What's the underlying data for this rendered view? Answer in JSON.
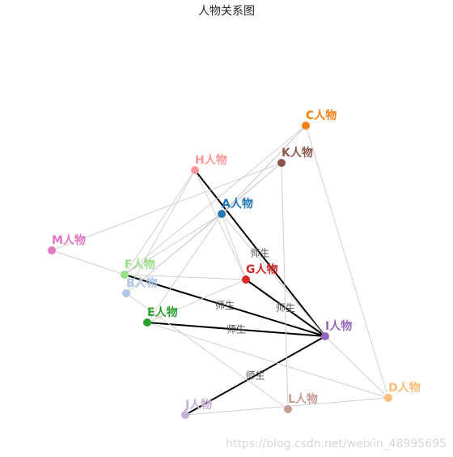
{
  "title": "人物关系图",
  "watermark": "https://blog.csdn.net/weixin_48995695",
  "colors": {
    "edge_default": "#cfcfcf",
    "edge_highlight": "#000000",
    "edge_label": "#555555"
  },
  "nodes": [
    {
      "id": "A",
      "label": "A人物",
      "color": "#1f77b4"
    },
    {
      "id": "B",
      "label": "B人物",
      "color": "#aec7e8"
    },
    {
      "id": "C",
      "label": "C人物",
      "color": "#ff7f0e"
    },
    {
      "id": "D",
      "label": "D人物",
      "color": "#ffbb78"
    },
    {
      "id": "E",
      "label": "E人物",
      "color": "#2ca02c"
    },
    {
      "id": "F",
      "label": "F人物",
      "color": "#98df8a"
    },
    {
      "id": "G",
      "label": "G人物",
      "color": "#d62728"
    },
    {
      "id": "H",
      "label": "H人物",
      "color": "#ff9896"
    },
    {
      "id": "I",
      "label": "I人物",
      "color": "#9467bd"
    },
    {
      "id": "J",
      "label": "J人物",
      "color": "#c5b0d5"
    },
    {
      "id": "K",
      "label": "K人物",
      "color": "#8c564b"
    },
    {
      "id": "L",
      "label": "L人物",
      "color": "#c49c94"
    },
    {
      "id": "M",
      "label": "M人物",
      "color": "#e377c2"
    }
  ],
  "edges": [
    {
      "source": "H",
      "target": "I",
      "label": "师生",
      "highlight": true
    },
    {
      "source": "G",
      "target": "I",
      "label": "师生",
      "highlight": true
    },
    {
      "source": "F",
      "target": "I",
      "label": "师生",
      "highlight": true
    },
    {
      "source": "E",
      "target": "I",
      "label": "师生",
      "highlight": true
    },
    {
      "source": "J",
      "target": "I",
      "label": "师生",
      "highlight": true
    },
    {
      "source": "A",
      "target": "F",
      "label": "",
      "highlight": false
    },
    {
      "source": "A",
      "target": "B",
      "label": "",
      "highlight": false
    },
    {
      "source": "A",
      "target": "E",
      "label": "",
      "highlight": false
    },
    {
      "source": "A",
      "target": "G",
      "label": "",
      "highlight": false
    },
    {
      "source": "A",
      "target": "I",
      "label": "",
      "highlight": false
    },
    {
      "source": "A",
      "target": "K",
      "label": "",
      "highlight": false
    },
    {
      "source": "A",
      "target": "C",
      "label": "",
      "highlight": false
    },
    {
      "source": "C",
      "target": "F",
      "label": "",
      "highlight": false
    },
    {
      "source": "C",
      "target": "D",
      "label": "",
      "highlight": false
    },
    {
      "source": "C",
      "target": "A",
      "label": "",
      "highlight": false
    },
    {
      "source": "K",
      "target": "L",
      "label": "",
      "highlight": false
    },
    {
      "source": "K",
      "target": "M",
      "label": "",
      "highlight": false
    },
    {
      "source": "K",
      "target": "B",
      "label": "",
      "highlight": false
    },
    {
      "source": "H",
      "target": "F",
      "label": "",
      "highlight": false
    },
    {
      "source": "H",
      "target": "B",
      "label": "",
      "highlight": false
    },
    {
      "source": "H",
      "target": "G",
      "label": "",
      "highlight": false
    },
    {
      "source": "M",
      "target": "F",
      "label": "",
      "highlight": false
    },
    {
      "source": "F",
      "target": "G",
      "label": "",
      "highlight": false
    },
    {
      "source": "B",
      "target": "L",
      "label": "",
      "highlight": false
    },
    {
      "source": "E",
      "target": "G",
      "label": "",
      "highlight": false
    },
    {
      "source": "E",
      "target": "D",
      "label": "",
      "highlight": false
    },
    {
      "source": "I",
      "target": "D",
      "label": "",
      "highlight": false
    },
    {
      "source": "J",
      "target": "D",
      "label": "",
      "highlight": false
    }
  ]
}
